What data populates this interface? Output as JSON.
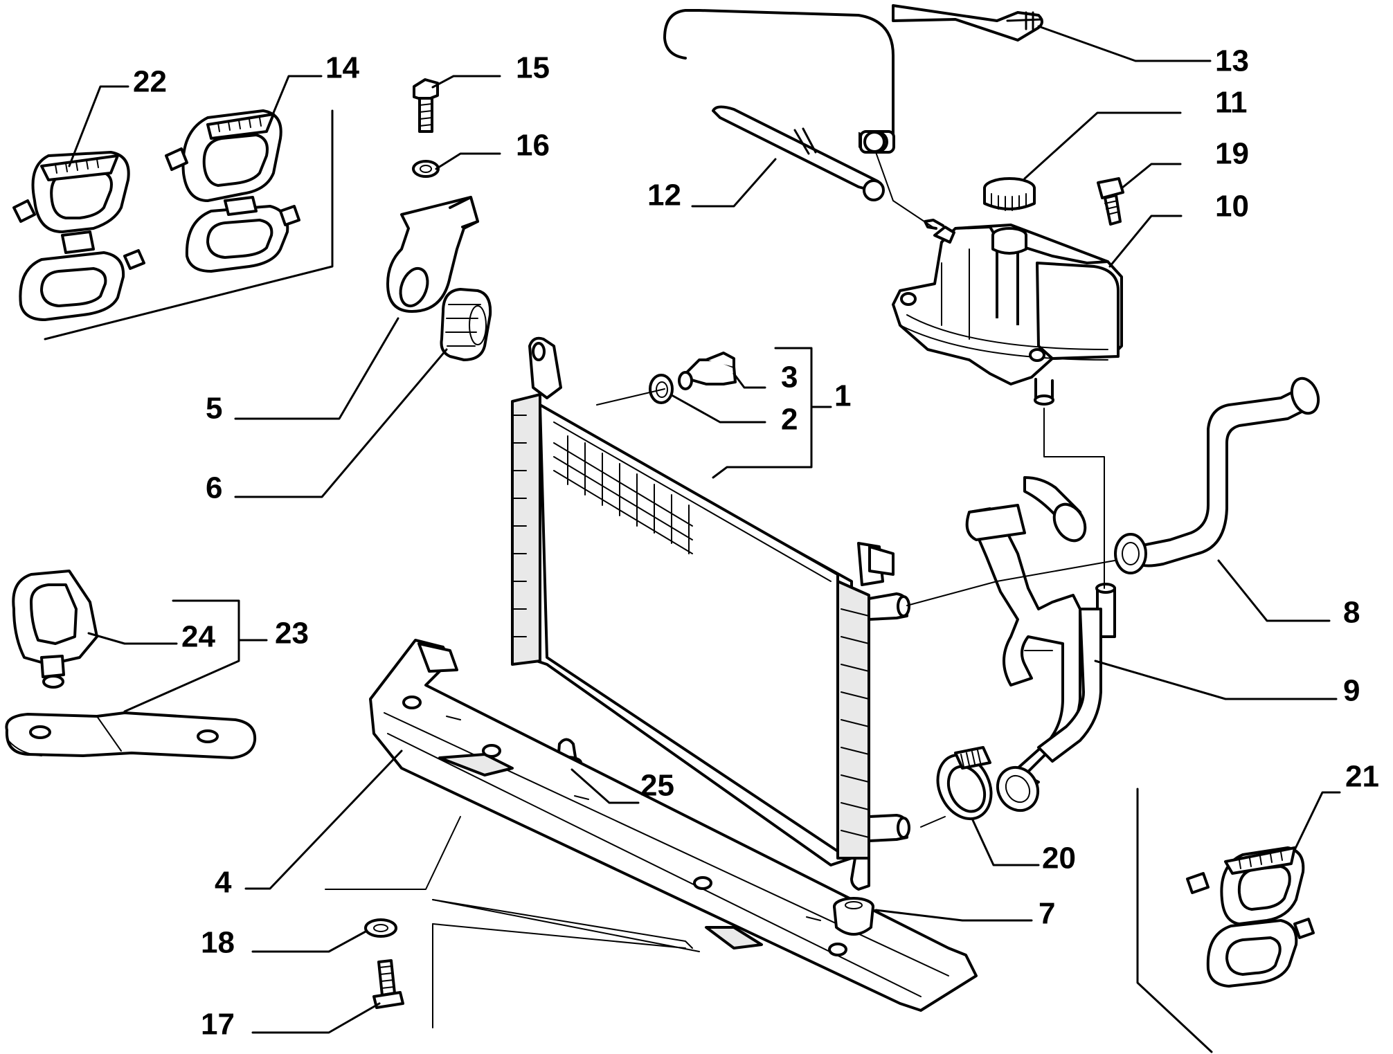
{
  "callouts": {
    "c1": "1",
    "c2": "2",
    "c3": "3",
    "c4": "4",
    "c5": "5",
    "c6": "6",
    "c7": "7",
    "c8": "8",
    "c9": "9",
    "c10": "10",
    "c11": "11",
    "c12": "12",
    "c13": "13",
    "c14": "14",
    "c15": "15",
    "c16": "16",
    "c17": "17",
    "c18": "18",
    "c19": "19",
    "c20": "20",
    "c21": "21",
    "c22": "22",
    "c23": "23",
    "c24": "24",
    "c25": "25"
  },
  "colors": {
    "ink": "#000000",
    "paper": "#ffffff",
    "shade": "#e9e9e9"
  }
}
